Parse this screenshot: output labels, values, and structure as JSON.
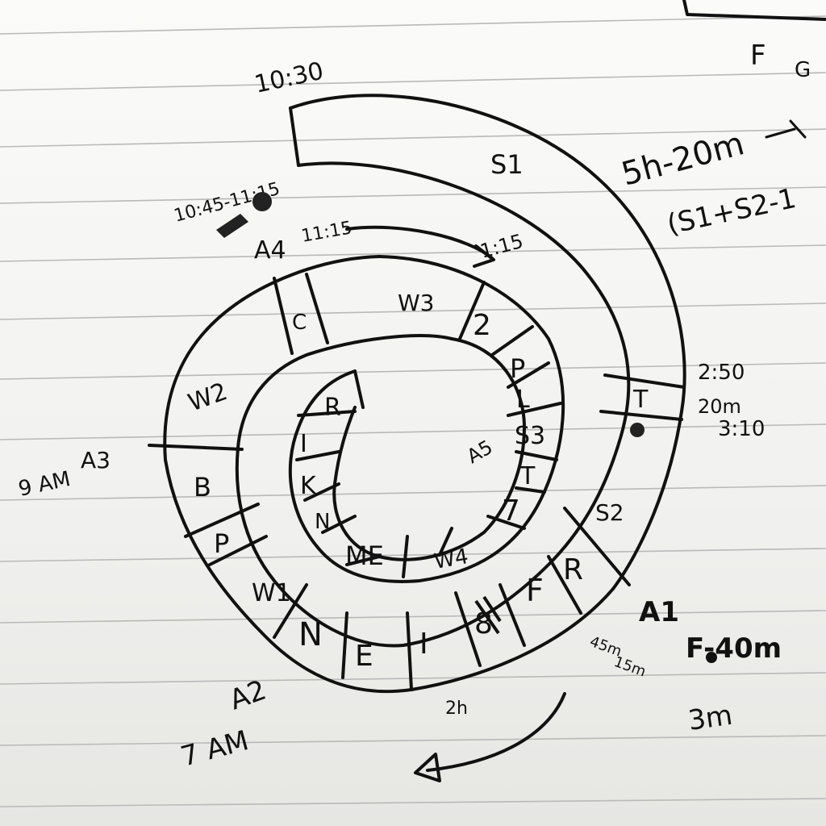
{
  "labels": {
    "top_time": "10:30",
    "s1": "S1",
    "f_corner": "F",
    "g_corner": "G",
    "duration": "5h-20m",
    "duration_ratio": "(S1+S2-1",
    "a4_window": "10:45-11:15",
    "a4": "A4",
    "a4_time": "11:15",
    "arrow_time": "1:15",
    "w3": "W3",
    "w2": "W2",
    "a3": "A3",
    "a3_time": "9 AM",
    "seg_c": "C",
    "seg_2": "2",
    "seg_p_inner": "P",
    "seg_l": "L",
    "seg_s3": "S3",
    "a5": "A5",
    "seg_t_inner": "T",
    "seg_7": "7",
    "seg_r": "R",
    "seg_i_inner": "I",
    "seg_k": "K",
    "seg_n_inner": "N",
    "seg_me": "ME",
    "w4": "W4",
    "seg_b": "B",
    "seg_p_outer": "P",
    "w1": "W1",
    "seg_n_outer": "N",
    "seg_e": "E",
    "seg_i_outer": "I",
    "seg_8": "8",
    "seg_f": "F",
    "seg_r_outer": "R",
    "s2": "S2",
    "seg_t_outer": "T",
    "time_250": "2:50",
    "time_20m": "20m",
    "time_310": "3:10",
    "a1": "A1",
    "f_40m": "F-40m",
    "t_45m": "45m",
    "t_15m": "15m",
    "t_3m": "3m",
    "a2": "A2",
    "a2_time": "7 AM",
    "t_2h": "2h"
  }
}
